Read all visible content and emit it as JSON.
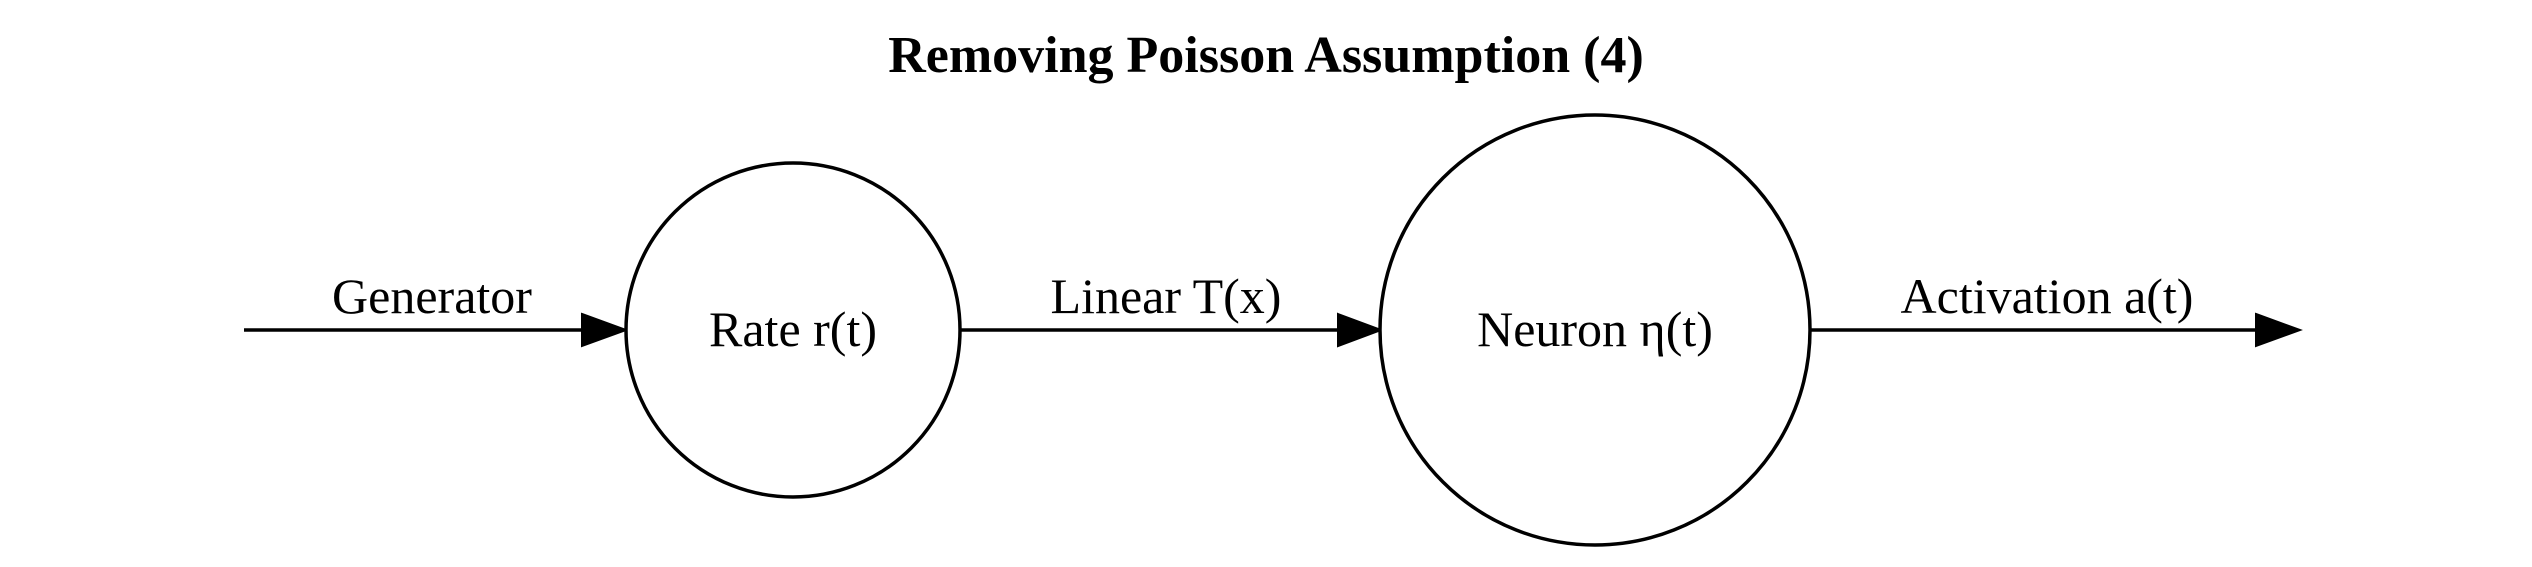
{
  "title": "Removing Poisson Assumption (4)",
  "nodes": {
    "rate": {
      "label": "Rate r(t)"
    },
    "neuron": {
      "label": "Neuron η(t)"
    }
  },
  "edges": {
    "generator": {
      "label": "Generator"
    },
    "linear": {
      "label": "Linear T(x)"
    },
    "activation": {
      "label": "Activation a(t)"
    }
  },
  "colors": {
    "stroke": "#000000",
    "background": "#ffffff"
  }
}
